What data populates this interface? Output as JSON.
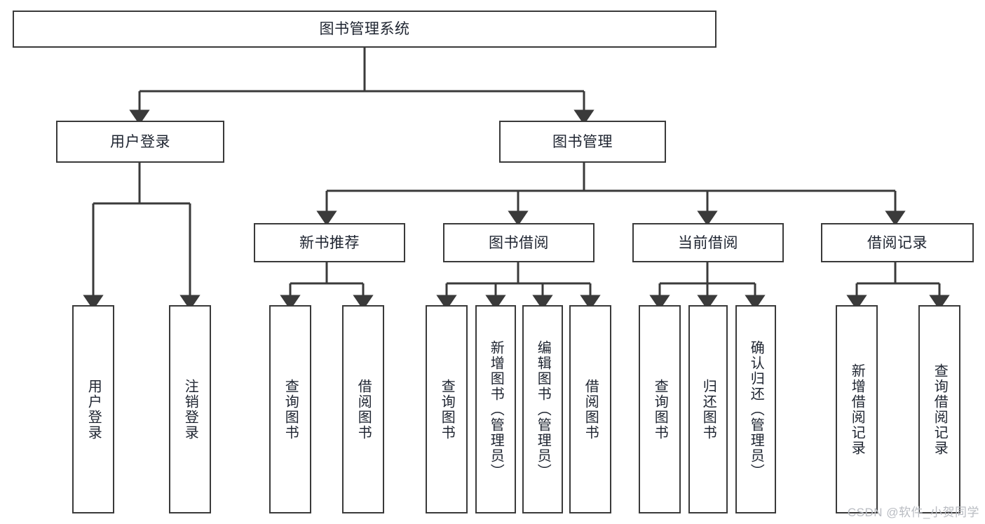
{
  "diagram": {
    "title_text": "图书管理系统",
    "type": "tree",
    "colors": {
      "box_border": "#3a3a3a",
      "box_fill": "#ffffff",
      "connector": "#3a3a3a",
      "text": "#1e2430",
      "watermark": "#b9bcc2",
      "background": "#ffffff"
    },
    "root": {
      "label": "图书管理系统"
    },
    "level2": [
      {
        "label": "用户登录"
      },
      {
        "label": "图书管理"
      }
    ],
    "level3": [
      {
        "label": "新书推荐"
      },
      {
        "label": "图书借阅"
      },
      {
        "label": "当前借阅"
      },
      {
        "label": "借阅记录"
      }
    ],
    "leaves": {
      "user_login": [
        {
          "label": "用户登录"
        },
        {
          "label": "注销登录"
        }
      ],
      "new_book_recommend": [
        {
          "label": "查询图书"
        },
        {
          "label": "借阅图书"
        }
      ],
      "book_borrow": [
        {
          "label": "查询图书"
        },
        {
          "label": "新增图书（管理员）"
        },
        {
          "label": "编辑图书（管理员）"
        },
        {
          "label": "借阅图书"
        }
      ],
      "current_borrow": [
        {
          "label": "查询图书"
        },
        {
          "label": "归还图书"
        },
        {
          "label": "确认归还（管理员）"
        }
      ],
      "borrow_record": [
        {
          "label": "新增借阅记录"
        },
        {
          "label": "查询借阅记录"
        }
      ]
    }
  },
  "watermark": {
    "text": "CSDN @软件_小贺同学"
  }
}
